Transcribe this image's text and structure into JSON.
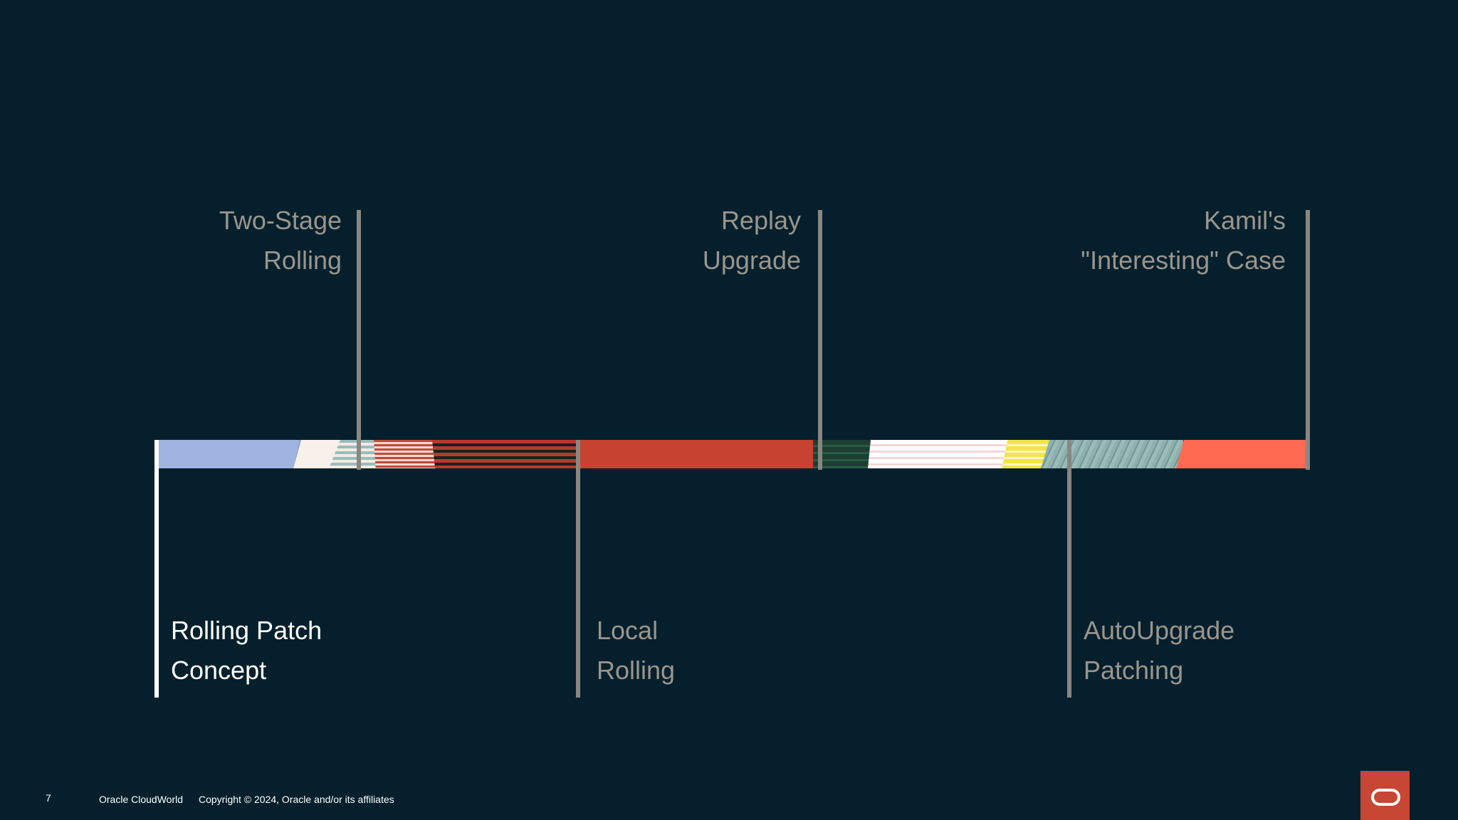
{
  "timeline": {
    "top_labels": [
      {
        "line1": "Two-Stage",
        "line2": "Rolling"
      },
      {
        "line1": "Replay",
        "line2": "Upgrade"
      },
      {
        "line1": "Kamil's",
        "line2": "\"Interesting\" Case"
      }
    ],
    "bottom_labels": [
      {
        "line1": "Rolling Patch",
        "line2": "Concept",
        "active": true
      },
      {
        "line1": "Local",
        "line2": "Rolling",
        "active": false
      },
      {
        "line1": "AutoUpgrade",
        "line2": "Patching",
        "active": false
      }
    ]
  },
  "footer": {
    "slide_number": "7",
    "event": "Oracle CloudWorld",
    "copyright": "Copyright © 2024, Oracle and/or its affiliates"
  },
  "colors": {
    "background": "#05202c",
    "active_text": "#ffffff",
    "inactive_text": "#9a958d",
    "line_inactive": "#8a8680",
    "oracle_red": "#c74634"
  },
  "icons": {
    "logo": "oracle-logo-icon"
  }
}
